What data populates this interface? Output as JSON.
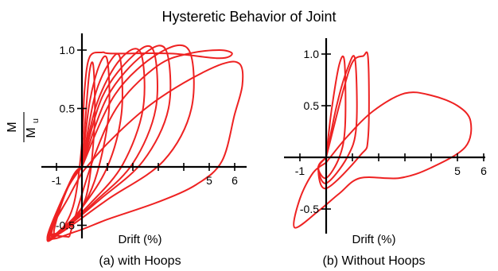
{
  "figure": {
    "title": "Hysteretic Behavior of Joint",
    "ylabel_num": "M",
    "ylabel_den": "M",
    "ylabel_sub": "u"
  },
  "chart_data": [
    {
      "type": "line",
      "caption": "(a) with Hoops",
      "xlabel": "Drift (%)",
      "ylabel": "M/Mu",
      "xticks": [
        "-1",
        "5",
        "6"
      ],
      "yticks": [
        "1.0",
        "0.5",
        "-0.5"
      ],
      "xlim": [
        -1.5,
        6.5
      ],
      "ylim": [
        -0.6,
        1.1
      ],
      "series_color": "#ee2222",
      "loops": [
        {
          "name": "",
          "points": [
            [
              0,
              0
            ],
            [
              0.15,
              0.45
            ],
            [
              0.3,
              0.82
            ],
            [
              0.45,
              0.86
            ],
            [
              0.5,
              0.4
            ],
            [
              0.3,
              -0.1
            ],
            [
              0,
              -0.35
            ],
            [
              -0.6,
              -0.52
            ],
            [
              -1.1,
              -0.56
            ],
            [
              -0.6,
              -0.2
            ],
            [
              0,
              0
            ]
          ]
        },
        {
          "name": "",
          "points": [
            [
              0,
              0
            ],
            [
              0.3,
              0.55
            ],
            [
              0.7,
              0.88
            ],
            [
              1.0,
              0.91
            ],
            [
              1.05,
              0.45
            ],
            [
              0.6,
              -0.05
            ],
            [
              0,
              -0.35
            ],
            [
              -0.8,
              -0.53
            ],
            [
              -1.2,
              -0.57
            ],
            [
              -0.5,
              -0.15
            ],
            [
              0,
              0
            ]
          ]
        },
        {
          "name": "",
          "points": [
            [
              0,
              0
            ],
            [
              0.5,
              0.6
            ],
            [
              1.1,
              0.9
            ],
            [
              1.5,
              0.93
            ],
            [
              1.55,
              0.45
            ],
            [
              1.0,
              0.0
            ],
            [
              0,
              -0.35
            ],
            [
              -0.8,
              -0.54
            ],
            [
              -1.25,
              -0.58
            ],
            [
              -0.4,
              -0.1
            ],
            [
              0,
              0
            ]
          ]
        },
        {
          "name": "",
          "points": [
            [
              0,
              0
            ],
            [
              0.6,
              0.55
            ],
            [
              1.5,
              0.92
            ],
            [
              2.3,
              0.98
            ],
            [
              2.4,
              0.5
            ],
            [
              1.6,
              0.02
            ],
            [
              0.3,
              -0.32
            ],
            [
              -0.8,
              -0.54
            ],
            [
              -1.3,
              -0.58
            ],
            [
              -0.4,
              -0.1
            ],
            [
              0,
              0
            ]
          ]
        },
        {
          "name": "",
          "points": [
            [
              0,
              0
            ],
            [
              0.8,
              0.6
            ],
            [
              2.0,
              0.95
            ],
            [
              2.8,
              1.0
            ],
            [
              2.9,
              0.5
            ],
            [
              2.0,
              0.03
            ],
            [
              0.5,
              -0.3
            ],
            [
              -0.8,
              -0.55
            ],
            [
              -1.3,
              -0.59
            ],
            [
              -0.4,
              -0.1
            ],
            [
              0,
              0
            ]
          ]
        },
        {
          "name": "",
          "points": [
            [
              0,
              0
            ],
            [
              1.0,
              0.6
            ],
            [
              2.4,
              0.96
            ],
            [
              3.3,
              1.0
            ],
            [
              3.4,
              0.5
            ],
            [
              2.4,
              0.05
            ],
            [
              0.7,
              -0.28
            ],
            [
              -0.8,
              -0.55
            ],
            [
              -1.35,
              -0.59
            ],
            [
              -0.4,
              -0.1
            ],
            [
              0,
              0
            ]
          ]
        },
        {
          "name": "",
          "points": [
            [
              0,
              0
            ],
            [
              1.3,
              0.62
            ],
            [
              3.0,
              0.97
            ],
            [
              4.2,
              1.0
            ],
            [
              4.3,
              0.5
            ],
            [
              3.2,
              0.05
            ],
            [
              1.0,
              -0.28
            ],
            [
              -0.8,
              -0.56
            ],
            [
              -1.35,
              -0.6
            ],
            [
              -0.4,
              -0.1
            ],
            [
              0,
              0
            ]
          ]
        },
        {
          "name": "",
          "points": [
            [
              -0.5,
              -0.6
            ],
            [
              0.5,
              0.1
            ],
            [
              1.5,
              0.55
            ],
            [
              3.0,
              0.87
            ],
            [
              4.2,
              0.97
            ],
            [
              5.4,
              1.0
            ],
            [
              5.9,
              0.97
            ],
            [
              5.4,
              0.93
            ],
            [
              3.5,
              0.97
            ],
            [
              1.2,
              0.97
            ],
            [
              0.8,
              0.98
            ],
            [
              0.3,
              0.94
            ],
            [
              0.1,
              0.65
            ],
            [
              0,
              0.2
            ],
            [
              -0.3,
              -0.3
            ],
            [
              -0.8,
              -0.54
            ],
            [
              -1.2,
              -0.58
            ],
            [
              -0.5,
              -0.6
            ]
          ]
        },
        {
          "name": "",
          "points": [
            [
              0,
              -0.05
            ],
            [
              1.0,
              0.2
            ],
            [
              2.5,
              0.5
            ],
            [
              4.0,
              0.72
            ],
            [
              5.5,
              0.88
            ],
            [
              6.2,
              0.88
            ],
            [
              6.3,
              0.7
            ],
            [
              6.0,
              0.45
            ],
            [
              5.5,
              0.05
            ],
            [
              4.5,
              -0.15
            ],
            [
              3.0,
              -0.3
            ],
            [
              1.0,
              -0.45
            ],
            [
              -0.2,
              -0.55
            ],
            [
              -1.3,
              -0.6
            ],
            [
              -0.5,
              -0.25
            ],
            [
              0,
              -0.05
            ]
          ]
        }
      ]
    },
    {
      "type": "line",
      "caption": "(b) Without Hoops",
      "xlabel": "Drift (%)",
      "ylabel": "M/Mu",
      "xticks": [
        "-1",
        "5",
        "6"
      ],
      "yticks": [
        "1.0",
        "0.5",
        "-0.5"
      ],
      "xlim": [
        -1.5,
        6.5
      ],
      "ylim": [
        -0.7,
        1.1
      ],
      "series_color": "#ee2222",
      "loops": [
        {
          "name": "",
          "points": [
            [
              0,
              0
            ],
            [
              0.2,
              0.45
            ],
            [
              0.5,
              0.9
            ],
            [
              0.7,
              0.92
            ],
            [
              0.72,
              0.3
            ],
            [
              0.5,
              0.0
            ],
            [
              0,
              -0.2
            ],
            [
              -0.3,
              -0.1
            ],
            [
              0,
              0
            ]
          ]
        },
        {
          "name": "",
          "points": [
            [
              0,
              0
            ],
            [
              0.4,
              0.5
            ],
            [
              0.8,
              0.85
            ],
            [
              1.1,
              0.95
            ],
            [
              1.15,
              0.3
            ],
            [
              0.8,
              0.0
            ],
            [
              0,
              -0.25
            ],
            [
              -0.3,
              -0.1
            ],
            [
              0,
              0
            ]
          ]
        },
        {
          "name": "",
          "points": [
            [
              0,
              0
            ],
            [
              0.6,
              0.6
            ],
            [
              1.0,
              0.92
            ],
            [
              1.4,
              0.98
            ],
            [
              1.6,
              0.95
            ],
            [
              1.6,
              0.2
            ],
            [
              1.3,
              0.02
            ],
            [
              0,
              -0.3
            ],
            [
              -0.3,
              -0.1
            ],
            [
              0,
              0
            ]
          ]
        },
        {
          "name": "",
          "points": [
            [
              0,
              -0.05
            ],
            [
              0.8,
              0.2
            ],
            [
              1.8,
              0.45
            ],
            [
              3.0,
              0.62
            ],
            [
              4.0,
              0.6
            ],
            [
              5.0,
              0.5
            ],
            [
              5.5,
              0.35
            ],
            [
              5.3,
              0.1
            ],
            [
              4.0,
              -0.1
            ],
            [
              2.8,
              -0.2
            ],
            [
              1.3,
              -0.2
            ],
            [
              0.5,
              -0.35
            ],
            [
              -0.3,
              -0.52
            ],
            [
              -1.2,
              -0.68
            ],
            [
              -1.0,
              -0.4
            ],
            [
              -0.5,
              -0.15
            ],
            [
              0,
              -0.05
            ]
          ]
        }
      ]
    }
  ],
  "panels": [
    {
      "caption": "(a) with Hoops",
      "xlabel": "Drift (%)"
    },
    {
      "caption": "(b) Without Hoops",
      "xlabel": "Drift (%)"
    }
  ]
}
